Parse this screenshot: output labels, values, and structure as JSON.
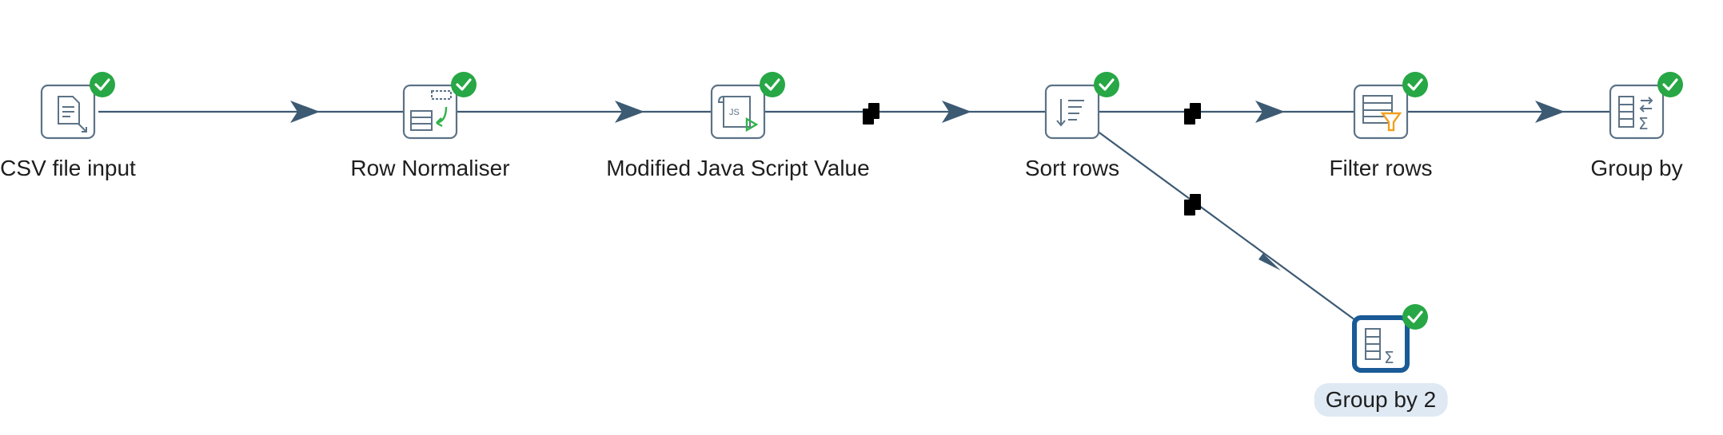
{
  "canvas": {
    "background": "#ffffff",
    "hop_color": "#3d5a73",
    "ok_badge_color": "#27a745",
    "selected_color": "#1a5a96"
  },
  "steps": [
    {
      "id": "csv",
      "label": "CSV file input",
      "icon": "csv-file-input-icon",
      "status": "ok"
    },
    {
      "id": "rownorm",
      "label": "Row Normaliser",
      "icon": "row-normaliser-icon",
      "status": "ok"
    },
    {
      "id": "js",
      "label": "Modified Java Script Value",
      "icon": "javascript-scroll-icon",
      "status": "ok"
    },
    {
      "id": "sort",
      "label": "Sort rows",
      "icon": "sort-rows-icon",
      "status": "ok"
    },
    {
      "id": "filter",
      "label": "Filter rows",
      "icon": "filter-rows-icon",
      "status": "ok"
    },
    {
      "id": "groupby",
      "label": "Group by",
      "icon": "group-by-icon",
      "status": "ok"
    },
    {
      "id": "groupby2",
      "label": "Group by 2",
      "icon": "group-by-icon",
      "status": "ok",
      "selected": true
    }
  ],
  "hops": [
    {
      "from": "csv",
      "to": "rownorm",
      "copy_rows": false
    },
    {
      "from": "rownorm",
      "to": "js",
      "copy_rows": false
    },
    {
      "from": "js",
      "to": "sort",
      "copy_rows": true
    },
    {
      "from": "sort",
      "to": "filter",
      "copy_rows": true
    },
    {
      "from": "filter",
      "to": "groupby",
      "copy_rows": false
    },
    {
      "from": "sort",
      "to": "groupby2",
      "copy_rows": true
    }
  ]
}
